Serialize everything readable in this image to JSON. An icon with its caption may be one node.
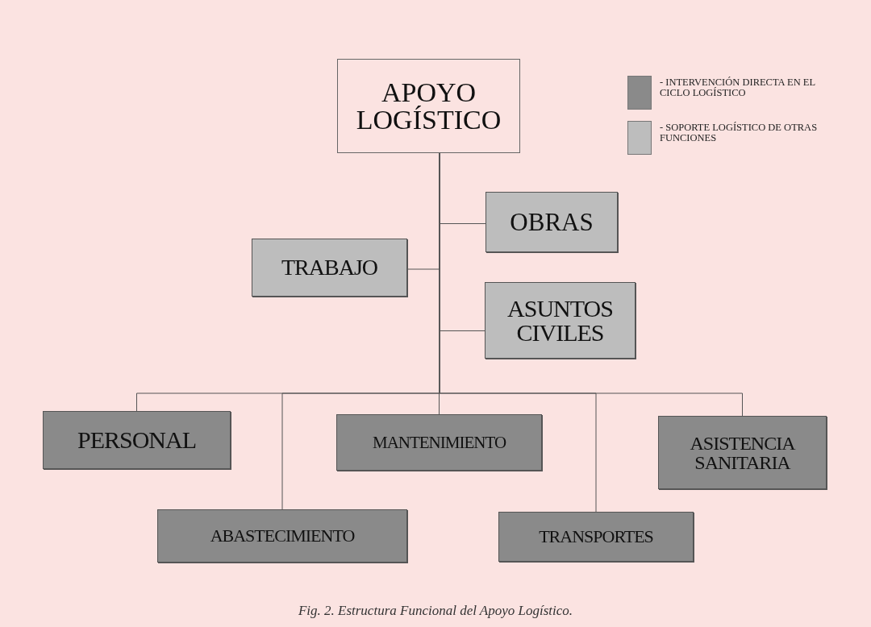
{
  "diagram": {
    "caption": "Fig. 2. Estructura Funcional del Apoyo Logístico.",
    "nodes": [
      {
        "text": [
          "APOYO LOGÍSTICO"
        ]
      },
      {
        "text": [
          "OBRAS"
        ]
      },
      {
        "text": [
          "TRABAJO"
        ]
      },
      {
        "text": [
          "ASUNTOS CIVILES"
        ]
      },
      {
        "text": [
          "PERSONAL"
        ]
      },
      {
        "text": [
          "MANTENIMIENTO"
        ]
      },
      {
        "text": [
          "ASISTENCIA SANITARIA"
        ]
      },
      {
        "text": [
          "ABASTECIMIENTO"
        ]
      },
      {
        "text": [
          "TRANSPORTES"
        ]
      }
    ],
    "edges": [
      {
        "from": 0,
        "to": 1,
        "arrow": "none"
      },
      {
        "from": 0,
        "to": 2,
        "arrow": "none"
      },
      {
        "from": 0,
        "to": 3,
        "arrow": "none"
      },
      {
        "from": 0,
        "to": 4,
        "arrow": "none"
      },
      {
        "from": 0,
        "to": 7,
        "arrow": "none"
      },
      {
        "from": 0,
        "to": 5,
        "arrow": "none"
      },
      {
        "from": 0,
        "to": 8,
        "arrow": "none"
      },
      {
        "from": 0,
        "to": 6,
        "arrow": "none"
      }
    ],
    "legend": [
      {
        "text": "- INTERVENCIÓN DIRECTA EN EL CICLO LOGÍSTICO",
        "color": "#8a8a8a"
      },
      {
        "text": "- SOPORTE LOGÍSTICO DE OTRAS FUNCIONES",
        "color": "#bdbdbd"
      }
    ]
  }
}
